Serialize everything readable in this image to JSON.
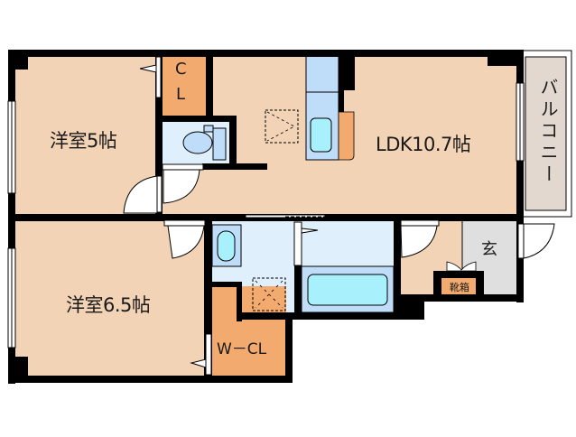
{
  "floor_plan": {
    "rooms": [
      {
        "id": "western-room-1",
        "label": "洋室5帖",
        "size_jo": 5
      },
      {
        "id": "western-room-2",
        "label": "洋室6.5帖",
        "size_jo": 6.5
      },
      {
        "id": "ldk",
        "label": "LDK10.7帖",
        "size_jo": 10.7
      },
      {
        "id": "closet",
        "label_line1": "C",
        "label_line2": "L"
      },
      {
        "id": "walk-in-closet",
        "label": "W－CL"
      },
      {
        "id": "entrance",
        "label": "玄"
      },
      {
        "id": "shoe-box",
        "label": "靴箱"
      },
      {
        "id": "balcony",
        "label": "バルコニー"
      },
      {
        "id": "toilet",
        "label": ""
      },
      {
        "id": "washroom",
        "label": ""
      },
      {
        "id": "bathroom",
        "label": ""
      }
    ],
    "colors": {
      "room": "#f2d3b6",
      "closet": "#f2aa6e",
      "wet_area": "#dff0fc",
      "fixture": "#bfdcf8",
      "water": "#a8f0fc",
      "entrance": "#dfdfdf",
      "balcony": "#e2d8d0",
      "wall": "#000000"
    }
  }
}
